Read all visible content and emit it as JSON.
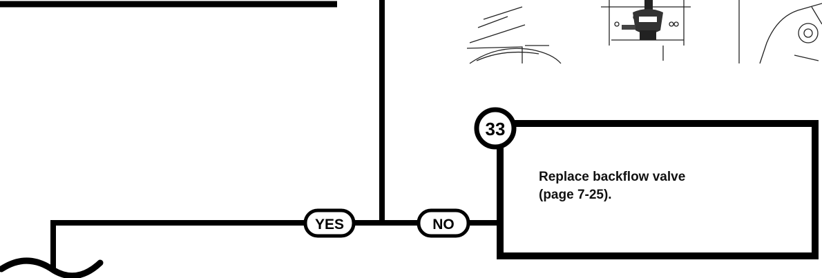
{
  "step_box": {
    "number": "33",
    "line1": "Replace backflow valve",
    "line2": "(page 7-25)."
  },
  "branches": {
    "yes": "YES",
    "no": "NO"
  }
}
